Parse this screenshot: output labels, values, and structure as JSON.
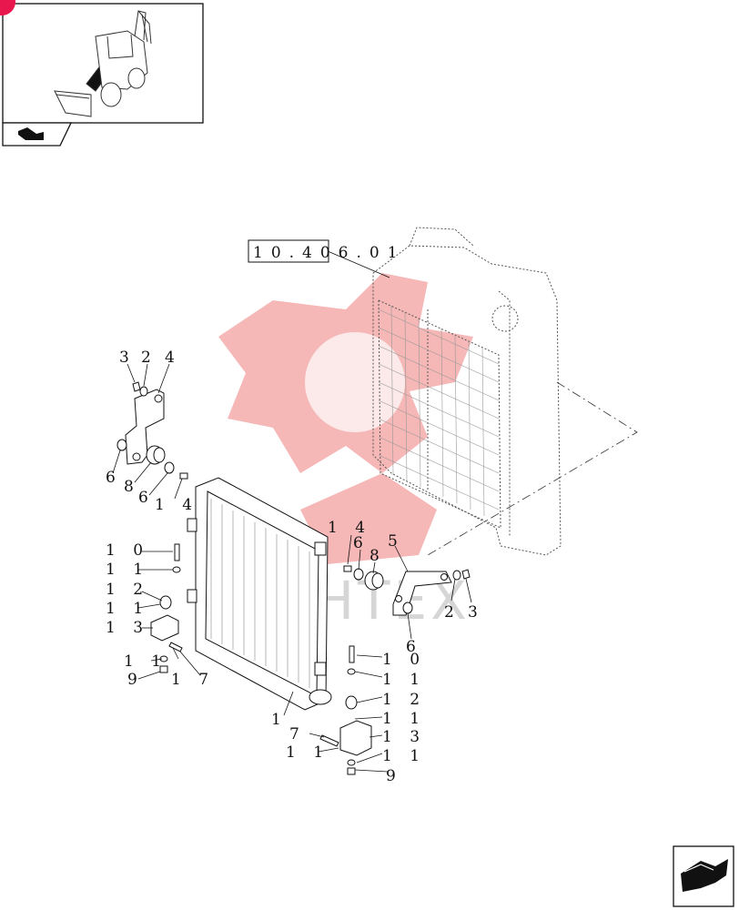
{
  "reference_code": "10.406.01",
  "watermark_text": "ИНТЕХ",
  "colors": {
    "watermark_red": "#f3a0a0",
    "watermark_gray": "#d6d6d6",
    "tab_corner": "#e8184f",
    "line": "#111111"
  },
  "icons": {
    "thumbnail": "backhoe-loader-thumbnail-icon",
    "prev": "previous-page-arrow-icon",
    "next": "next-page-arrow-icon"
  },
  "callouts": {
    "c3a": "3",
    "c2a": "2",
    "c4": "4",
    "c6a": "6",
    "c8a": "8",
    "c6b": "6",
    "c14a": "1 4",
    "c10a": "1 0",
    "c11a": "1 1",
    "c12a": "1 2",
    "c11b": "1 1",
    "c13a": "1 3",
    "c11c": "1 1",
    "c9a": "9",
    "c17": "1 7",
    "c14b": "1 4",
    "c6c": "6",
    "c8b": "8",
    "c5": "5",
    "c2b": "2",
    "c3b": "3",
    "c6d": "6",
    "c10b": "1 0",
    "c11d": "1 1",
    "c12b": "1 2",
    "c11e": "1 1",
    "c13b": "1 3",
    "c1": "1",
    "c7": "7",
    "c11f": "1 1",
    "c11g": "1 1",
    "c9b": "9"
  }
}
